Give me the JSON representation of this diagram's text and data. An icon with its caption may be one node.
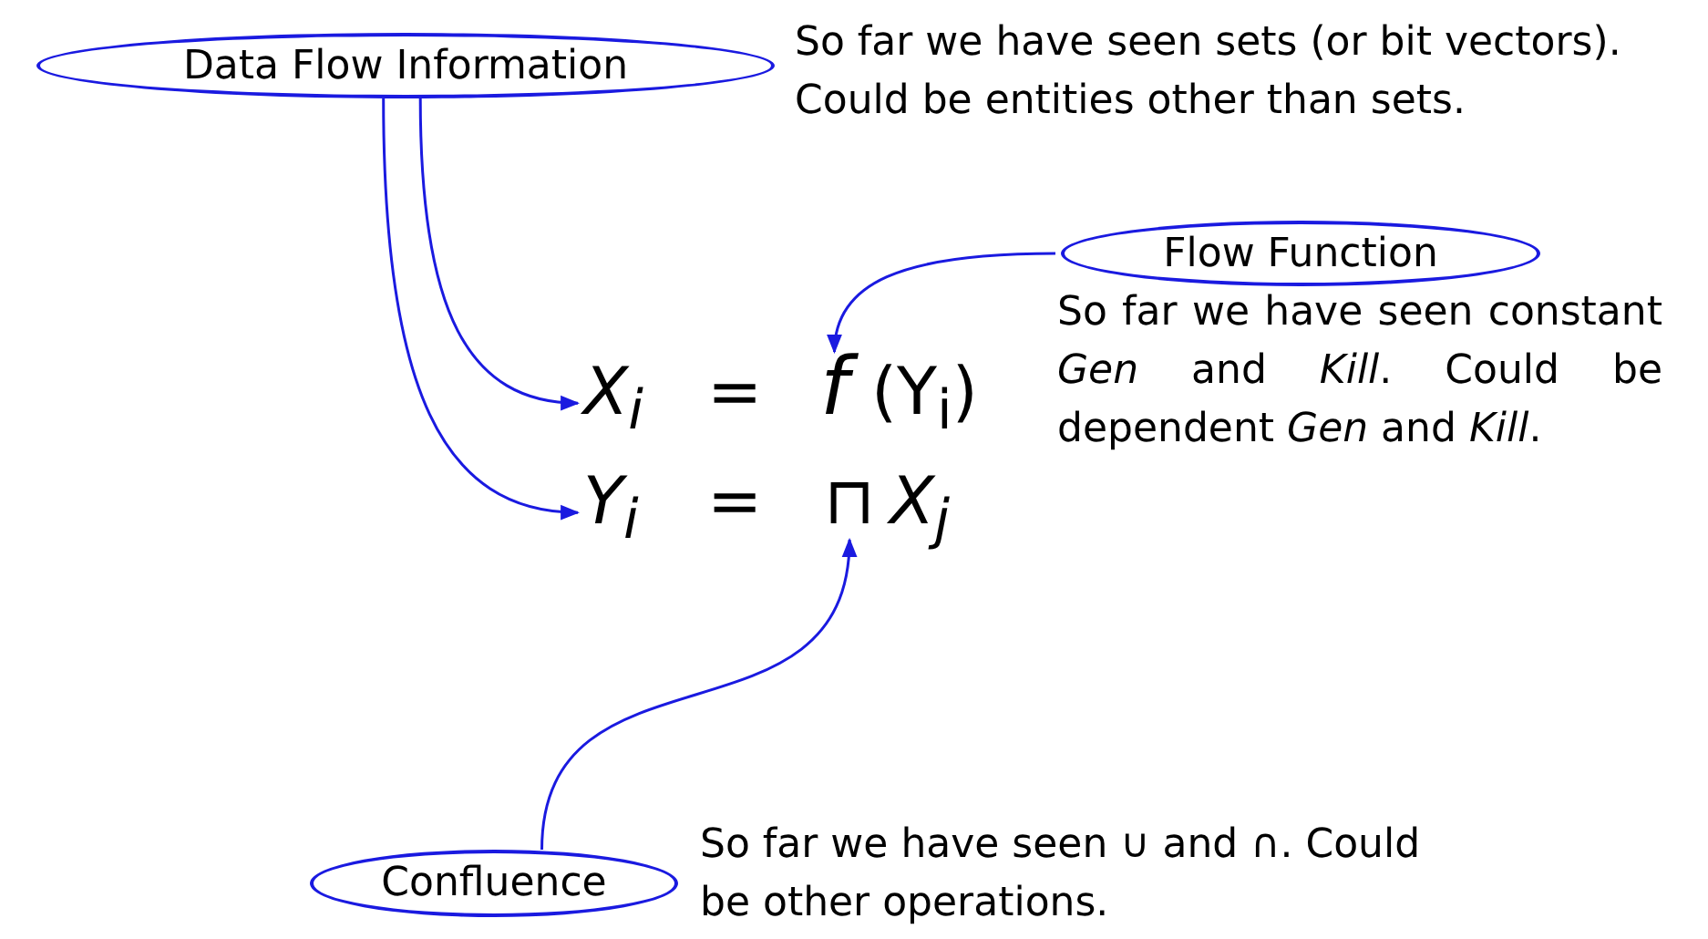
{
  "diagram": {
    "nodes": [
      {
        "text": [
          "Data Flow Information"
        ],
        "beside": [
          "So far we have seen sets (or bit vectors). Could be entities other than sets."
        ]
      },
      {
        "text": [
          "Flow Function"
        ],
        "beside": [
          "So far we have seen constant *Gen* and *Kill*. Could be dependent *Gen* and *Kill*."
        ]
      },
      {
        "text": [
          "Confluence"
        ],
        "beside": [
          "So far we have seen ∪ and ∩. Could be other operations."
        ]
      },
      {
        "text": [
          "X$_{i}$"
        ]
      },
      {
        "text": [
          "f"
        ]
      },
      {
        "text": [
          "Y$_{i}$"
        ]
      },
      {
        "text": [
          "⊓"
        ]
      }
    ],
    "edges": [
      {
        "from": 0,
        "to": 3,
        "arrow": "to"
      },
      {
        "from": 0,
        "to": 5,
        "arrow": "to"
      },
      {
        "from": 1,
        "to": 4,
        "arrow": "to"
      },
      {
        "from": 2,
        "to": 6,
        "arrow": "to"
      }
    ],
    "labels": [
      "=",
      "(Y$_{i}$)",
      "=",
      "X$_{j}$"
    ]
  }
}
